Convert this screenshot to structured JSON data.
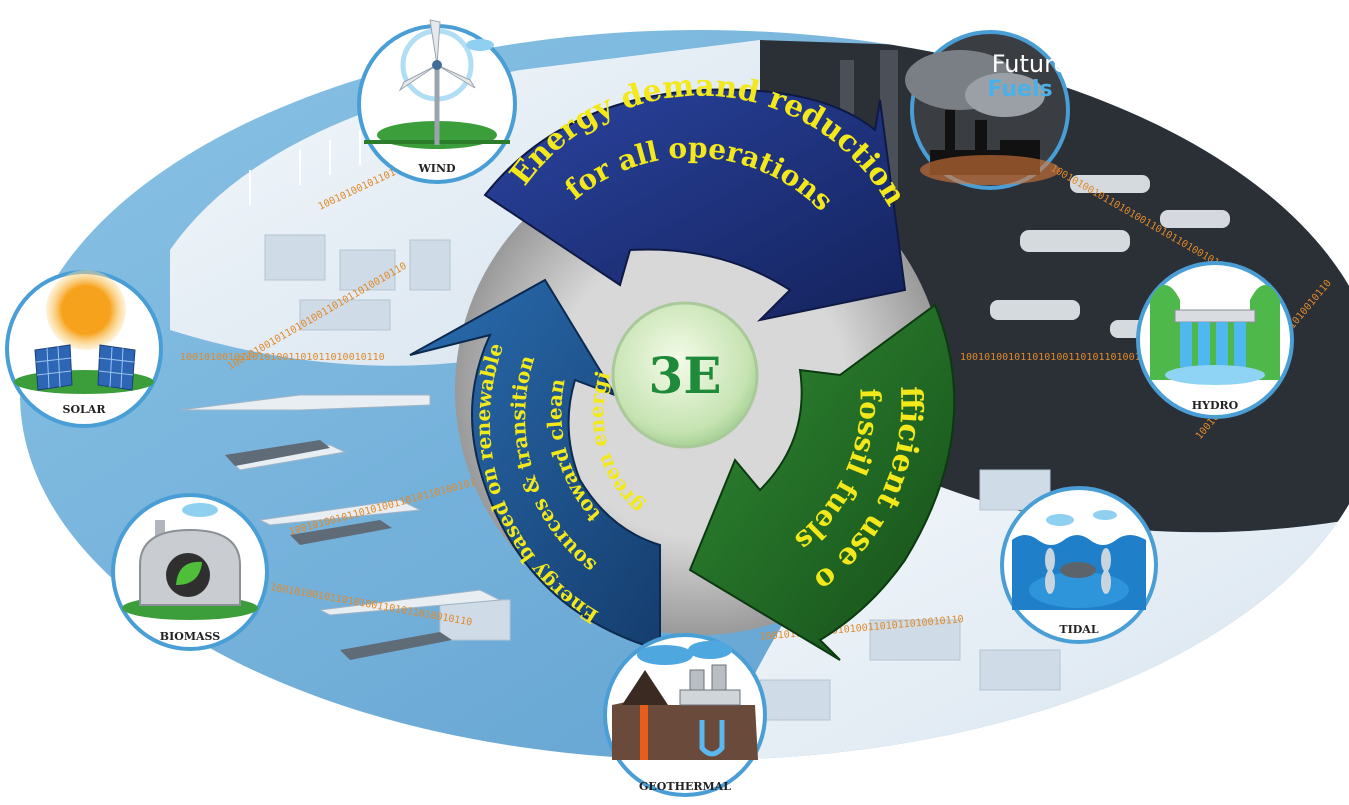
{
  "center": {
    "label": "3E"
  },
  "arrows": {
    "demand": {
      "line1": "Energy demand reduction",
      "line2": "for all operations"
    },
    "fossil": {
      "line1": "Efficient use of",
      "line2": "fossil fuels"
    },
    "renewable": {
      "line1": "Energy based on renewable",
      "line2": "sources & transition",
      "line3": "toward clean",
      "line4": "& green energies"
    }
  },
  "sources": {
    "wind": "WIND",
    "solar": "SOLAR",
    "biomass": "BIOMASS",
    "geothermal": "GEOTHERMAL",
    "tidal": "TIDAL",
    "hydro": "HYDRO",
    "fossil_badge_line1": "Future",
    "fossil_badge_line2": "Fuels"
  },
  "binary_pattern": "1001010010110101001101011010010110",
  "colors": {
    "demand_arrow": "#1c2f7a",
    "fossil_arrow": "#1f6a24",
    "renewable_arrow": "#1e4f8c",
    "arrow_text": "#f2e81a",
    "center_text": "#1e8a3a",
    "binary_text": "#e08a2c",
    "water": "#6fb0d8"
  }
}
